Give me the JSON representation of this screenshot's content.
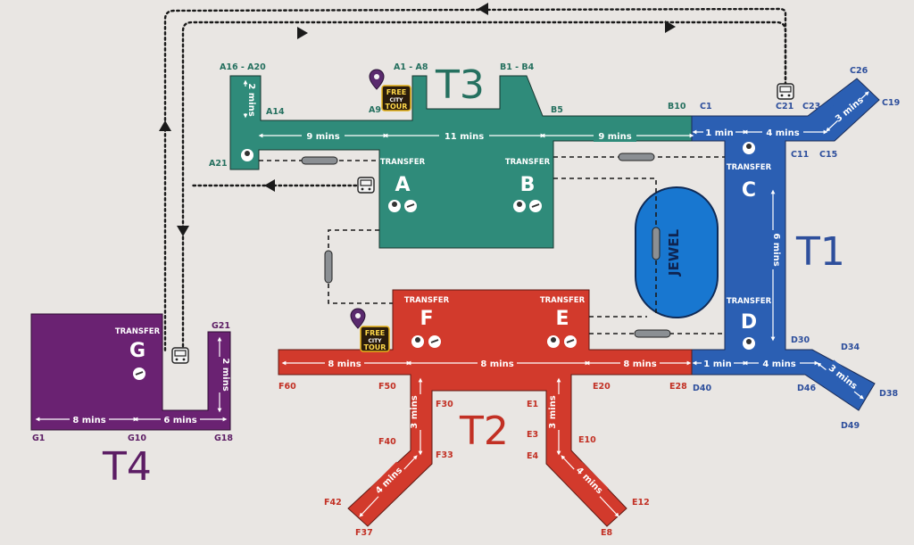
{
  "colors": {
    "background": "#e9e6e3",
    "t1": "#2b5fb3",
    "t2": "#d23a2c",
    "t3": "#2f8b7a",
    "t4": "#6a2272",
    "jewel": "#1877d0",
    "gate_t1": "#2e4f9c",
    "gate_t2": "#c23024",
    "gate_t3": "#25705f",
    "gate_t4": "#5c1d64"
  },
  "terminals": {
    "t1": "T1",
    "t2": "T2",
    "t3": "T3",
    "t4": "T4",
    "jewel": "JEWEL"
  },
  "transfer_label": "TRANSFER",
  "concourses": {
    "a": "A",
    "b": "B",
    "c": "C",
    "d": "D",
    "e": "E",
    "f": "F",
    "g": "G"
  },
  "gates": {
    "t3": {
      "a16_a20": "A16 - A20",
      "a1_a8": "A1 - A8",
      "b1_b4": "B1 - B4",
      "a14": "A14",
      "a9": "A9",
      "b5": "B5",
      "b10": "B10",
      "a21": "A21"
    },
    "t1": {
      "c1": "C1",
      "c21": "C21",
      "c23": "C23",
      "c26": "C26",
      "c19": "C19",
      "c11": "C11",
      "c15": "C15",
      "d30": "D30",
      "d34": "D34",
      "d40": "D40",
      "d46": "D46",
      "d38": "D38",
      "d49": "D49"
    },
    "t2": {
      "f60": "F60",
      "f50": "F50",
      "e20": "E20",
      "e28": "E28",
      "f30": "F30",
      "f40": "F40",
      "f33": "F33",
      "f42": "F42",
      "f37": "F37",
      "e1": "E1",
      "e3": "E3",
      "e4": "E4",
      "e10": "E10",
      "e12": "E12",
      "e8": "E8"
    },
    "t4": {
      "g21": "G21",
      "g1": "G1",
      "g10": "G10",
      "g18": "G18"
    }
  },
  "walk_times": {
    "t3_a16_spur": "2 mins",
    "t3_left": "9 mins",
    "t3_mid": "11 mins",
    "t3_right": "9 mins",
    "t1_c_link": "1 min",
    "t1_c_arm": "4 mins",
    "t1_c_diag": "3 mins",
    "t1_vertical": "6 mins",
    "t1_d_link": "1 min",
    "t1_d_arm": "4 mins",
    "t1_d_diag": "3 mins",
    "t2_left": "8 mins",
    "t2_mid": "8 mins",
    "t2_right": "8 mins",
    "t2_f_stem": "3 mins",
    "t2_e_stem": "3 mins",
    "t2_f_diag": "4 mins",
    "t2_e_diag": "4 mins",
    "t4_spur": "2 mins",
    "t4_left": "8 mins",
    "t4_right": "6 mins"
  },
  "free_tour": {
    "line1": "FREE",
    "line2": "CITY",
    "line3": "TOUR"
  }
}
